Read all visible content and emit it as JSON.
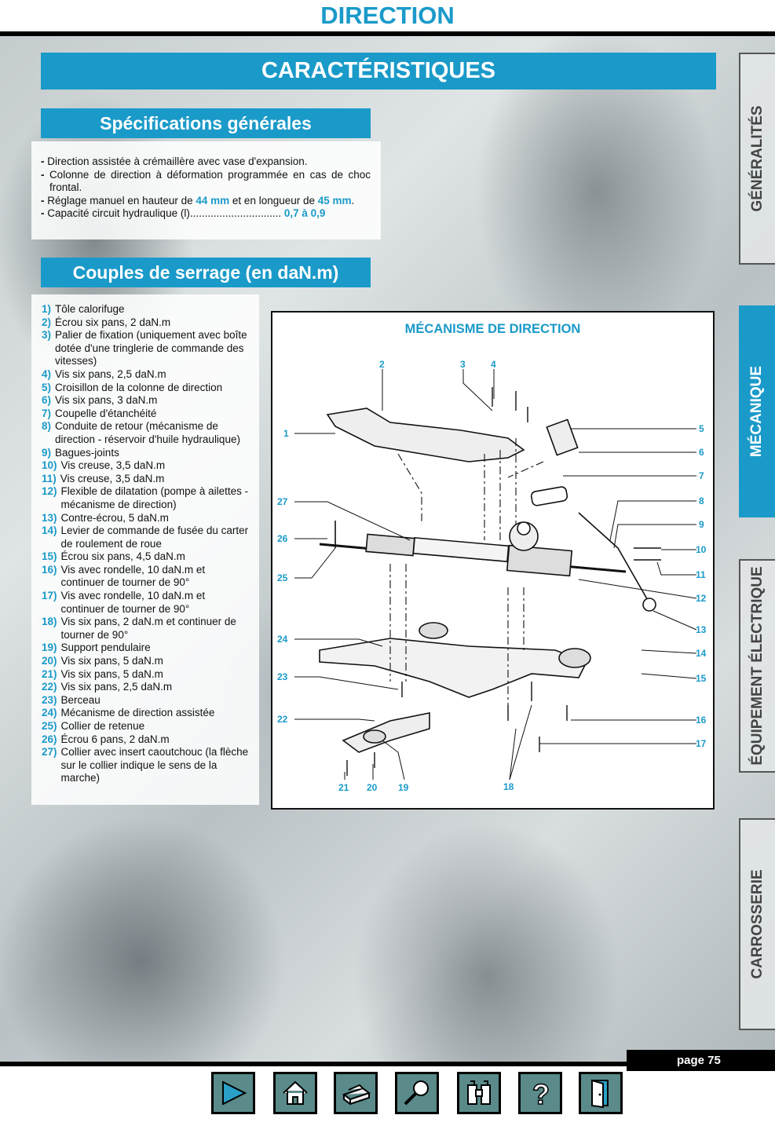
{
  "header": {
    "title": "DIRECTION",
    "section": "CARACTÉRISTIQUES"
  },
  "specs": {
    "heading": "Spécifications générales",
    "items": [
      {
        "text": "Direction assistée à crémaillère avec vase d'expansion."
      },
      {
        "text": "Colonne de direction à déformation programmée en cas de choc frontal."
      },
      {
        "pre": "Réglage manuel en hauteur de ",
        "v1": "44 mm",
        "mid": " et en longueur de ",
        "v2": "45 mm",
        "post": "."
      },
      {
        "pre": "Capacité circuit hydraulique (l)...............................",
        "v1": "0,7 à 0,9"
      }
    ]
  },
  "couples": {
    "heading": "Couples de serrage (en daN.m)",
    "items": [
      {
        "num": "1)",
        "text": "Tôle calorifuge"
      },
      {
        "num": "2)",
        "text": "Écrou six pans, 2 daN.m"
      },
      {
        "num": "3)",
        "text": "Palier de fixation (uniquement avec boîte dotée d'une tringlerie de commande des vitesses)"
      },
      {
        "num": "4)",
        "text": "Vis six pans, 2,5 daN.m"
      },
      {
        "num": "5)",
        "text": "Croisillon de la colonne de direction"
      },
      {
        "num": "6)",
        "text": "Vis six pans, 3 daN.m"
      },
      {
        "num": "7)",
        "text": "Coupelle d'étanchéité"
      },
      {
        "num": "8)",
        "text": "Conduite de retour (mécanisme de direction - réservoir d'huile hydraulique)"
      },
      {
        "num": "9)",
        "text": "Bagues-joints"
      },
      {
        "num": "10)",
        "text": "Vis creuse, 3,5 daN.m"
      },
      {
        "num": "11)",
        "text": "Vis creuse, 3,5 daN.m"
      },
      {
        "num": "12)",
        "text": "Flexible de dilatation (pompe à ailettes - mécanisme de direction)"
      },
      {
        "num": "13)",
        "text": "Contre-écrou, 5 daN.m"
      },
      {
        "num": "14)",
        "text": "Levier de commande de fusée du carter de roulement de roue"
      },
      {
        "num": "15)",
        "text": "Écrou six pans, 4,5 daN.m"
      },
      {
        "num": "16)",
        "text": "Vis avec rondelle, 10 daN.m et continuer de tourner de 90°"
      },
      {
        "num": "17)",
        "text": "Vis avec rondelle, 10 daN.m et continuer de tourner de 90°"
      },
      {
        "num": "18)",
        "text": "Vis six pans, 2 daN.m et continuer de tourner de 90°"
      },
      {
        "num": "19)",
        "text": "Support pendulaire"
      },
      {
        "num": "20)",
        "text": "Vis six pans, 5 daN.m"
      },
      {
        "num": "21)",
        "text": "Vis six pans, 5 daN.m"
      },
      {
        "num": "22)",
        "text": "Vis six pans, 2,5 daN.m"
      },
      {
        "num": "23)",
        "text": "Berceau"
      },
      {
        "num": "24)",
        "text": "Mécanisme de direction assistée"
      },
      {
        "num": "25)",
        "text": "Collier de retenue"
      },
      {
        "num": "26)",
        "text": "Écrou 6 pans, 2 daN.m"
      },
      {
        "num": "27)",
        "text": "Collier avec insert caoutchouc (la flèche sur le collier indique le sens de la marche)"
      }
    ]
  },
  "figure": {
    "title": "MÉCANISME DE DIRECTION",
    "callouts": [
      "1",
      "2",
      "3",
      "4",
      "5",
      "6",
      "7",
      "8",
      "9",
      "10",
      "11",
      "12",
      "13",
      "14",
      "15",
      "16",
      "17",
      "18",
      "19",
      "20",
      "21",
      "22",
      "23",
      "24",
      "25",
      "26",
      "27"
    ]
  },
  "side_tabs": [
    {
      "label": "GÉNÉRALITÉS",
      "active": false
    },
    {
      "label": "MÉCANIQUE",
      "active": true
    },
    {
      "label": "ÉQUIPEMENT ÉLECTRIQUE",
      "active": false
    },
    {
      "label": "CARROSSERIE",
      "active": false
    }
  ],
  "footer": {
    "page": "page 75"
  },
  "nav_icons": [
    "next-arrow-icon",
    "home-icon",
    "print-icon",
    "search-icon",
    "binoculars-icon",
    "help-icon",
    "exit-door-icon"
  ],
  "colors": {
    "accent": "#1a9ac9",
    "nav_button": "#5a8a8a"
  }
}
